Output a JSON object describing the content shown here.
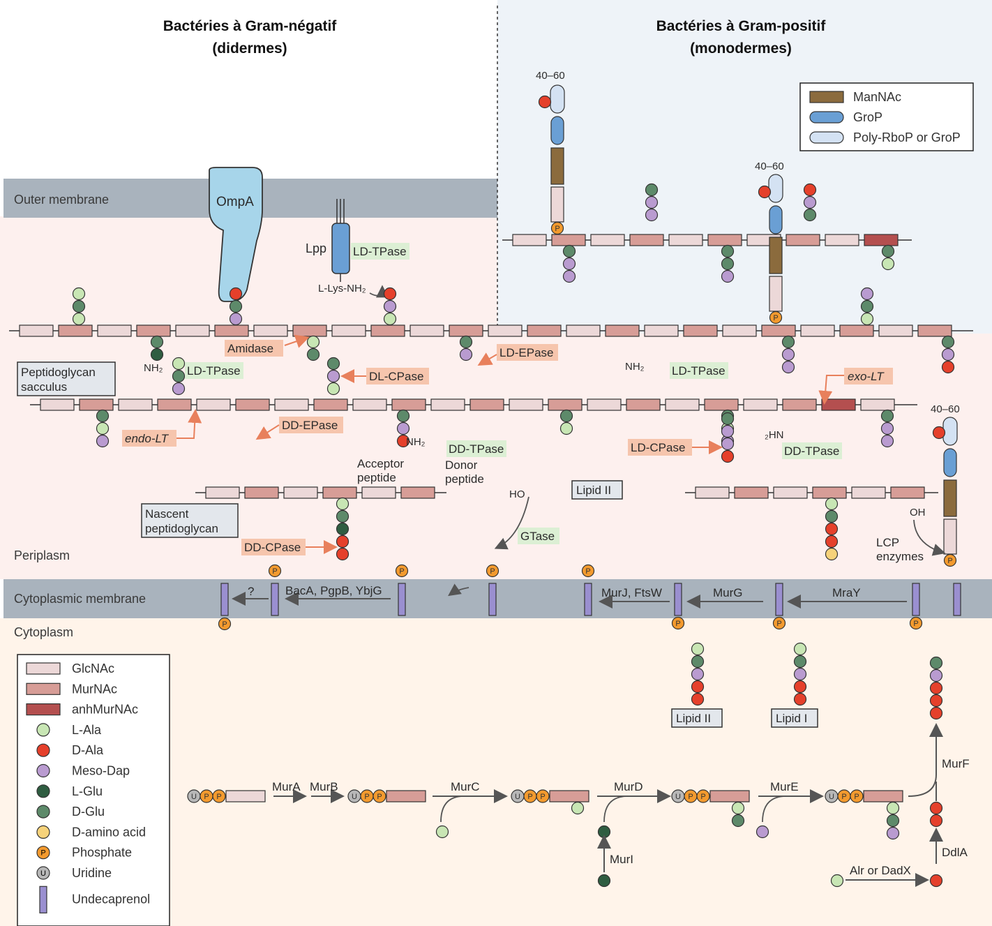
{
  "headers": {
    "gram_negative": [
      "Bactéries à Gram-négatif",
      "(didermes)"
    ],
    "gram_positive": [
      "Bactéries à Gram-positif",
      "(monodermes)"
    ]
  },
  "regions": {
    "outer_membrane": "Outer membrane",
    "periplasm": "Periplasm",
    "cytoplasmic_membrane": "Cytoplasmic membrane",
    "cytoplasm": "Cytoplasm"
  },
  "boxes": {
    "sacculus": [
      "Peptidoglycan",
      "sacculus"
    ],
    "nascent": [
      "Nascent",
      "peptidoglycan"
    ],
    "lipid_ii_top": "Lipid II",
    "lipid_ii": "Lipid II",
    "lipid_i": "Lipid I"
  },
  "proteins": {
    "ompa": "OmpA",
    "lpp": "Lpp",
    "l_lys": "L-Lys-NH₂"
  },
  "enzymes_orange": {
    "amidase": "Amidase",
    "ld_epase": "LD-EPase",
    "dl_cpase": "DL-CPase",
    "exo_lt": "exo-LT",
    "endo_lt": "endo-LT",
    "dd_epase": "DD-EPase",
    "ld_cpase": "LD-CPase",
    "dd_cpase": "DD-CPase"
  },
  "enzymes_green": {
    "ld_tpase_top": "LD-TPase",
    "ld_tpase_left": "LD-TPase",
    "ld_tpase_right": "LD-TPase",
    "dd_tpase": "DD-TPase",
    "dd_tpase_right": "DD-TPase",
    "gtase": "GTase"
  },
  "labels": {
    "nh2": "NH₂",
    "hn2": "₂HN",
    "acceptor": [
      "Acceptor",
      "peptide"
    ],
    "donor": [
      "Donor",
      "peptide"
    ],
    "ho": "HO",
    "oh": "OH",
    "lcp": [
      "LCP",
      "enzymes"
    ],
    "length_40_60": "40–60",
    "question": "?"
  },
  "pathway": {
    "bacA": "BacA, PgpB, YbjG",
    "murj": "MurJ, FtsW",
    "murg": "MurG",
    "mray": "MraY",
    "mura": "MurA",
    "murb": "MurB",
    "murc": "MurC",
    "murd": "MurD",
    "mure": "MurE",
    "murf": "MurF",
    "muri": "MurI",
    "ddla": "DdlA",
    "alr": "Alr or DadX"
  },
  "legend_left": [
    {
      "label": "GlcNAc",
      "kind": "rect",
      "color": "#ecd8d8"
    },
    {
      "label": "MurNAc",
      "kind": "rect",
      "color": "#d79d97"
    },
    {
      "label": "anhMurNAc",
      "kind": "rect",
      "color": "#b44f4f"
    },
    {
      "label": "L-Ala",
      "kind": "circle",
      "color": "#c8e6b4"
    },
    {
      "label": "D-Ala",
      "kind": "circle",
      "color": "#e5402b"
    },
    {
      "label": "Meso-Dap",
      "kind": "circle",
      "color": "#b99bd0"
    },
    {
      "label": "L-Glu",
      "kind": "circle",
      "color": "#2f5d41"
    },
    {
      "label": "D-Glu",
      "kind": "circle",
      "color": "#5d8a6a"
    },
    {
      "label": "D-amino acid",
      "kind": "circle",
      "color": "#f6d27a"
    },
    {
      "label": "Phosphate",
      "kind": "circle",
      "color": "#f39a2e",
      "mark": "P"
    },
    {
      "label": "Uridine",
      "kind": "circle",
      "color": "#b7b7b7",
      "mark": "U"
    },
    {
      "label": "Undecaprenol",
      "kind": "bar",
      "color": "#9a8fd0"
    }
  ],
  "legend_right": [
    {
      "label": "ManNAc",
      "color": "#8b6b3d"
    },
    {
      "label": "GroP",
      "color": "#6a9fd4"
    },
    {
      "label": "Poly-RboP or GroP",
      "color": "#d4e2f3"
    }
  ]
}
